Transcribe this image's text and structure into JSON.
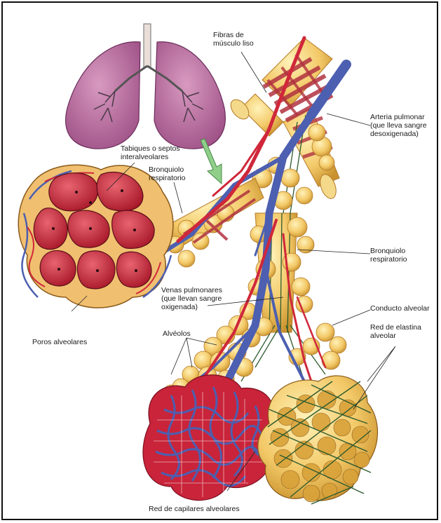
{
  "labels": {
    "fibras": "Fibras de\nmúsculo liso",
    "arteria": "Arteria pulmonar\n(que lleva sangre\ndesoxigenada)",
    "tabiques": "Tabiques o septos\ninteralveolares",
    "bronquiolo_left": "Bronquiolo\nrespiratorio",
    "bronquiolo_right": "Bronquiolo\nrespiratorio",
    "venas": "Venas pulmonares\n(que llevan sangre\noxigenada)",
    "conducto": "Conducto alveolar",
    "red_elastina": "Red de elastina\nalveolar",
    "alveolos": "Alvéolos",
    "poros": "Poros alveolares",
    "red_capilares": "Red de capilares alveolares"
  },
  "colors": {
    "vein_blue": "#4d5fb0",
    "artery_red": "#d0273a",
    "alveolus_yellow": "#f2c96a",
    "lung_pink": "#b8649a",
    "elastin_green": "#3d6b3a"
  }
}
